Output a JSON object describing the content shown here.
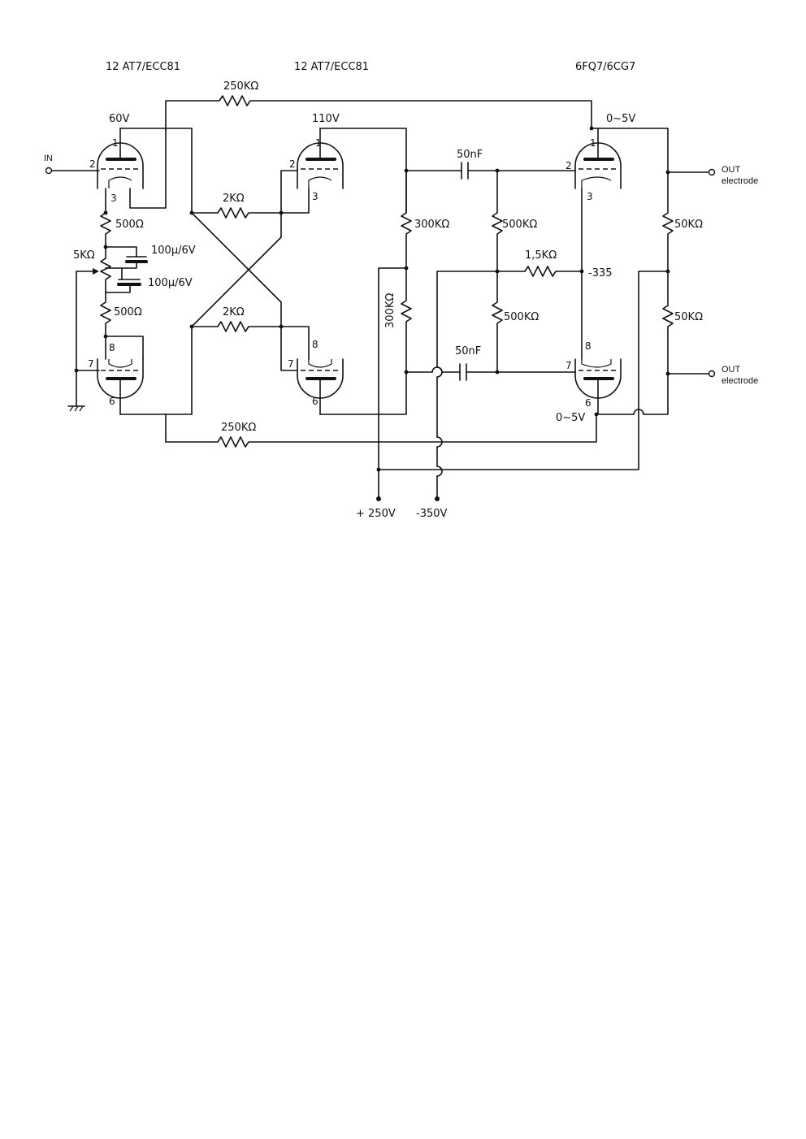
{
  "tubes": {
    "left_title": "12 AT7/ECC81",
    "middle_title": "12 AT7/ECC81",
    "right_title": "6FQ7/6CG7"
  },
  "pins": {
    "p1": "1",
    "p2": "2",
    "p3": "3",
    "p6": "6",
    "p7": "7",
    "p8": "8"
  },
  "resistors": {
    "fb_top": "250KΩ",
    "fb_bottom": "250KΩ",
    "cross_top": "2KΩ",
    "cross_bottom": "2KΩ",
    "cathode_top": "500Ω",
    "cathode_bottom": "500Ω",
    "pot": "5KΩ",
    "plate_load_top": "300KΩ",
    "plate_load_bottom": "300KΩ",
    "divider_top": "500KΩ",
    "divider_bottom": "500KΩ",
    "bias": "1,5KΩ",
    "out_top": "50KΩ",
    "out_bottom": "50KΩ"
  },
  "capacitors": {
    "cap1": "100μ/6V",
    "cap2": "100μ/6V",
    "coupling_top": "50nF",
    "coupling_bottom": "50nF"
  },
  "voltages": {
    "v60": "60V",
    "v110": "110V",
    "out_top_v": "0~5V",
    "out_bottom_v": "0~5V",
    "bias_v": "-335",
    "supply_pos": "+ 250V",
    "supply_neg": "-350V"
  },
  "terminals": {
    "in_label": "IN",
    "out_top_label": "OUT",
    "out_top_sub": "electrode",
    "out_bottom_label": "OUT",
    "out_bottom_sub": "electrode"
  }
}
